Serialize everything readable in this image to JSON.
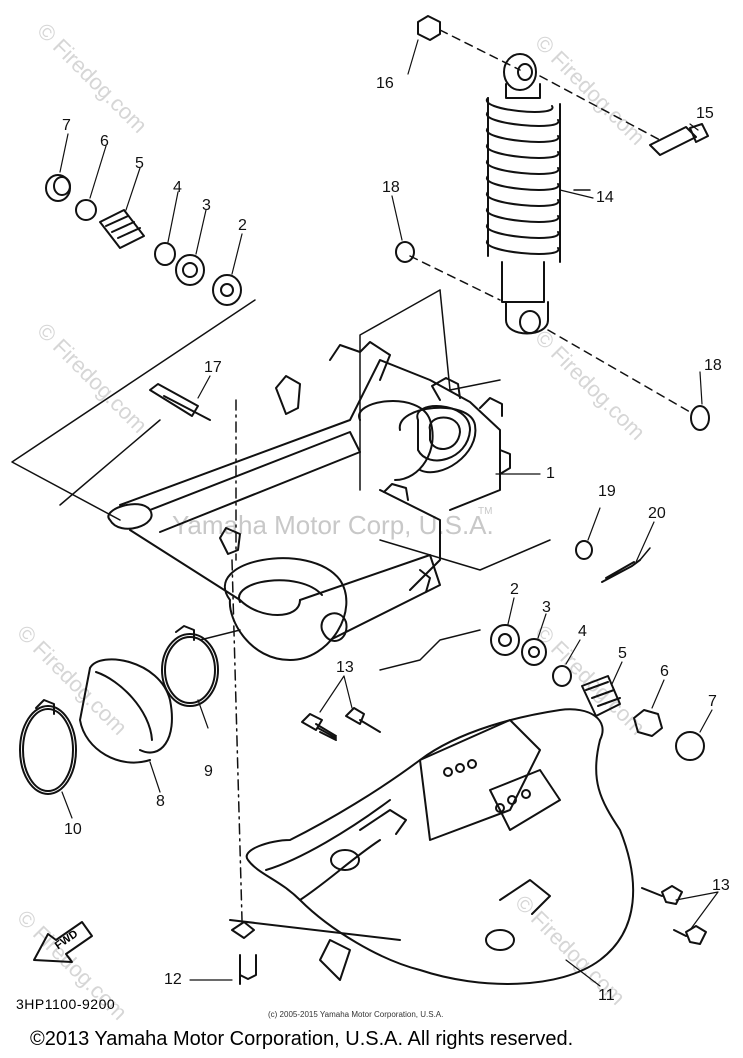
{
  "watermarks": [
    "© Firedog.com",
    "© Firedog.com",
    "© Firedog.com",
    "© Firedog.com",
    "© Firedog.com",
    "© Firedog.com",
    "© Firedog.com",
    "© Firedog.com"
  ],
  "center_watermark": "Yamaha Motor Corp, U.S.A.",
  "trademark": "TM",
  "callouts": {
    "c7a": "7",
    "c6a": "6",
    "c5a": "5",
    "c4a": "4",
    "c3a": "3",
    "c2a": "2",
    "c16": "16",
    "c15": "15",
    "c14": "14",
    "c18a": "18",
    "c18b": "18",
    "c17": "17",
    "c1": "1",
    "c19": "19",
    "c20": "20",
    "c2b": "2",
    "c3b": "3",
    "c4b": "4",
    "c5b": "5",
    "c6b": "6",
    "c7b": "7",
    "c13a": "13",
    "c13b": "13",
    "c9": "9",
    "c8": "8",
    "c10": "10",
    "c11": "11",
    "c12": "12"
  },
  "fwd_label": "FWD",
  "part_code": "3HP1100-9200",
  "small_copyright": "(c) 2005-2015 Yamaha Motor Corporation, U.S.A.",
  "footer": "©2013 Yamaha Motor Corporation, U.S.A. All rights reserved."
}
